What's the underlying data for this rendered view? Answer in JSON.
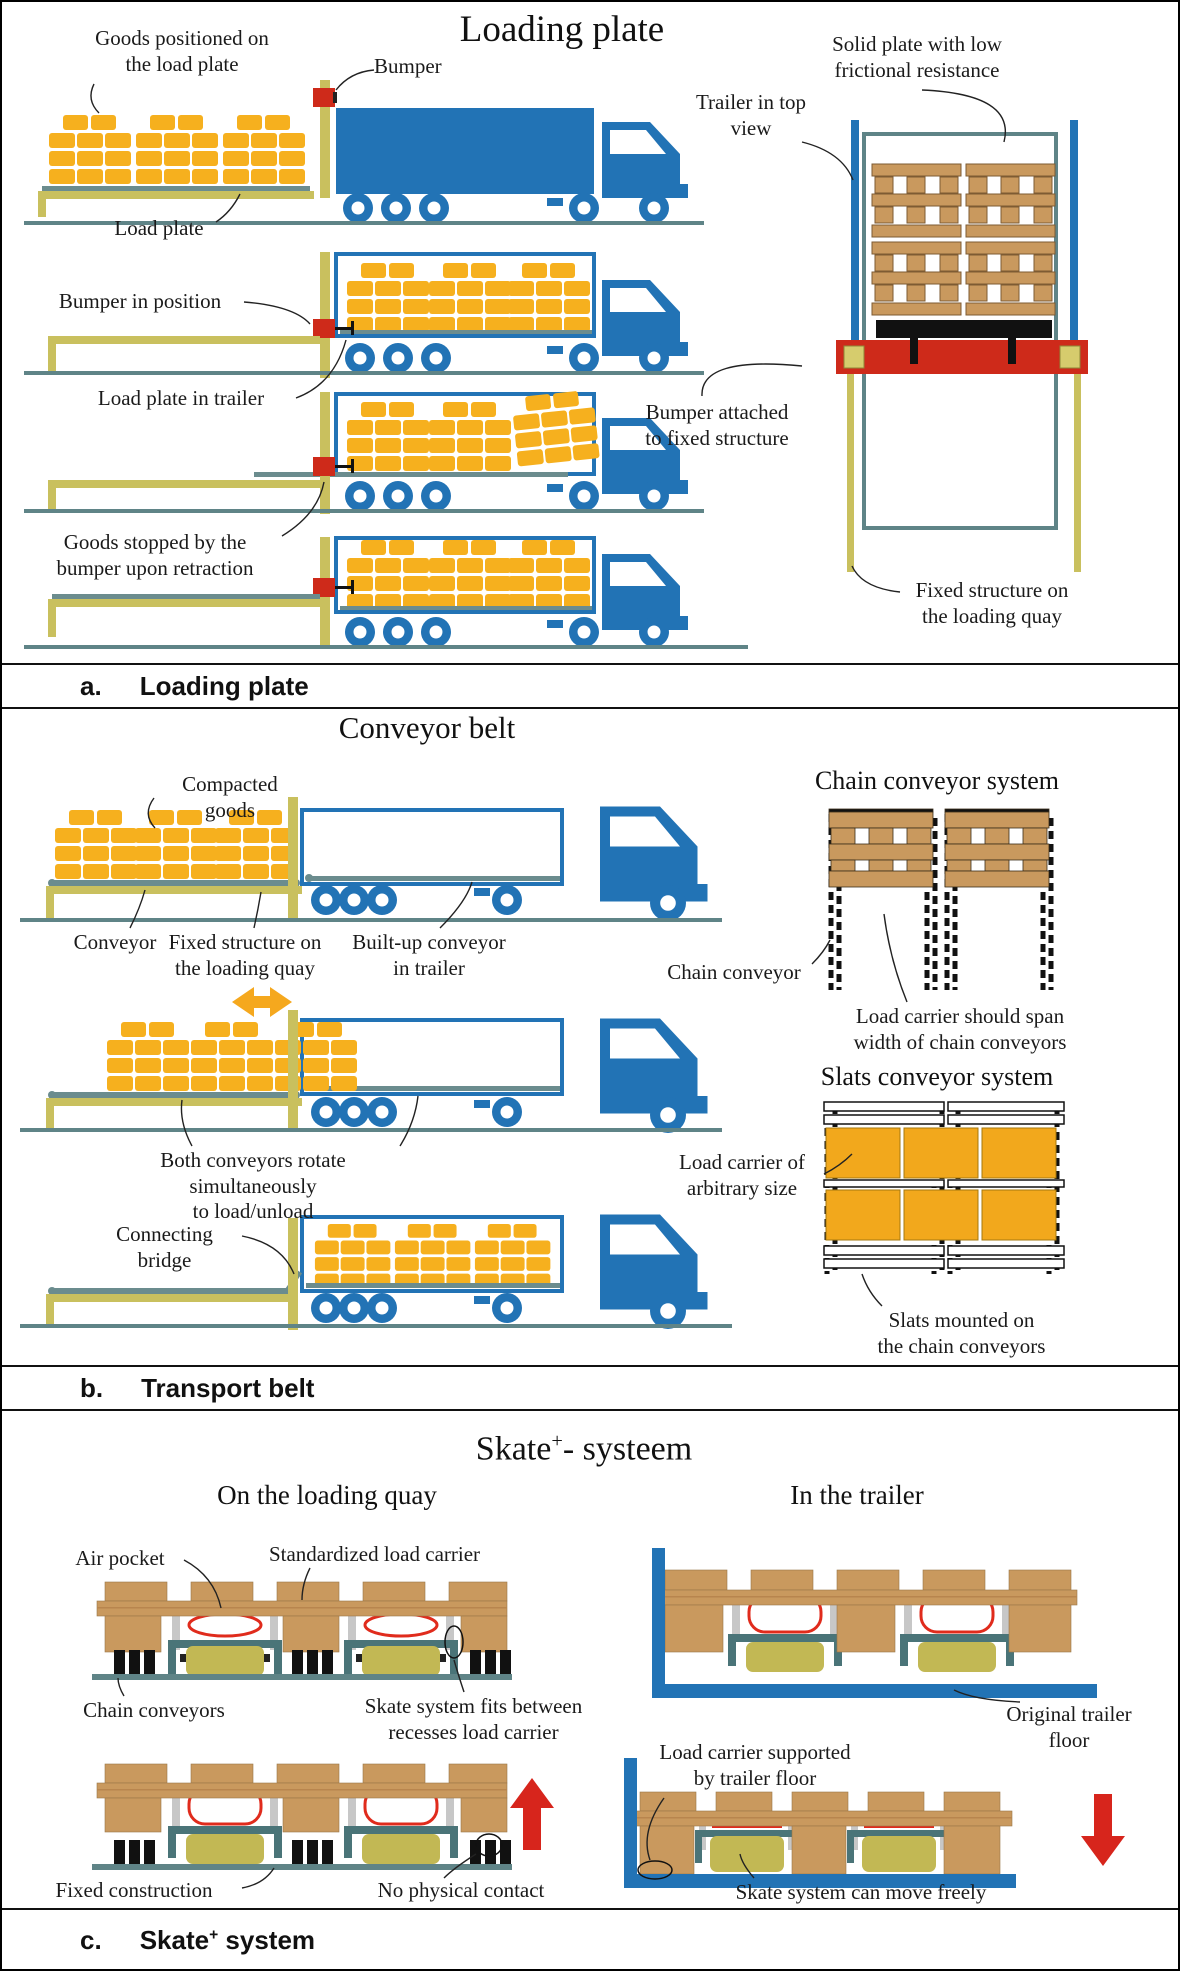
{
  "colors": {
    "truck_blue": "#2273B5",
    "goods_yellow": "#F6B01E",
    "plate_olive": "#C9C05E",
    "structure_teal": "#5F8487",
    "bumper_red": "#CE2A1A",
    "pallet_tan": "#C9995E",
    "slat_carrier_yellow": "#F2A81C",
    "skate_olive": "#C2B854",
    "skate_frame_teal": "#4A7478",
    "air_pocket_red": "#E02B1C",
    "arrow_red": "#D7251C",
    "arrow_yellow": "#F5A81E"
  },
  "panel_a": {
    "title": "Loading plate",
    "labels": {
      "goods_positioned": "Goods positioned on\nthe load plate",
      "bumper": "Bumper",
      "load_plate": "Load plate",
      "bumper_in_position": "Bumper in position",
      "load_plate_in_trailer": "Load plate in trailer",
      "goods_stopped": "Goods stopped by the\nbumper upon retraction",
      "solid_plate": "Solid plate with low\nfrictional resistance",
      "trailer_top_view": "Trailer in top\nview",
      "bumper_attached": "Bumper attached\nto fixed structure",
      "fixed_structure_quay": "Fixed structure on\nthe loading quay"
    },
    "banner": {
      "index": "a.",
      "label": "Loading plate"
    }
  },
  "panel_b": {
    "title": "Conveyor belt",
    "labels": {
      "compacted_goods": "Compacted goods",
      "conveyor": "Conveyor",
      "fixed_structure_quay": "Fixed structure on\nthe loading quay",
      "built_up_conveyor": "Built-up conveyor\nin trailer",
      "chain_system_title": "Chain conveyor system",
      "chain_conveyor": "Chain conveyor",
      "load_carrier_span": "Load carrier should span\nwidth of chain conveyors",
      "both_rotate": "Both conveyors rotate simultaneously\nto load/unload",
      "connecting_bridge": "Connecting bridge",
      "slats_system_title": "Slats conveyor system",
      "load_carrier_arbitrary": "Load carrier of\narbitrary size",
      "slats_mounted": "Slats mounted on\nthe chain conveyors"
    },
    "banner": {
      "index": "b.",
      "label": "Transport belt"
    }
  },
  "panel_c": {
    "title_word": "Skate",
    "title_sup": "+",
    "title_tail": "- systeem",
    "left_heading": "On the loading quay",
    "right_heading": "In the trailer",
    "labels": {
      "air_pocket": "Air pocket",
      "standardized_carrier": "Standardized load carrier",
      "chain_conveyors": "Chain conveyors",
      "skate_fits": "Skate system fits between\nrecesses load carrier",
      "fixed_construction": "Fixed construction",
      "no_contact": "No physical contact",
      "original_floor": "Original trailer\nfloor",
      "supported": "Load carrier supported\nby trailer floor",
      "move_freely": "Skate system can move freely"
    },
    "banner": {
      "index": "c.",
      "word": "Skate",
      "sup": "+",
      "tail": " system"
    }
  }
}
